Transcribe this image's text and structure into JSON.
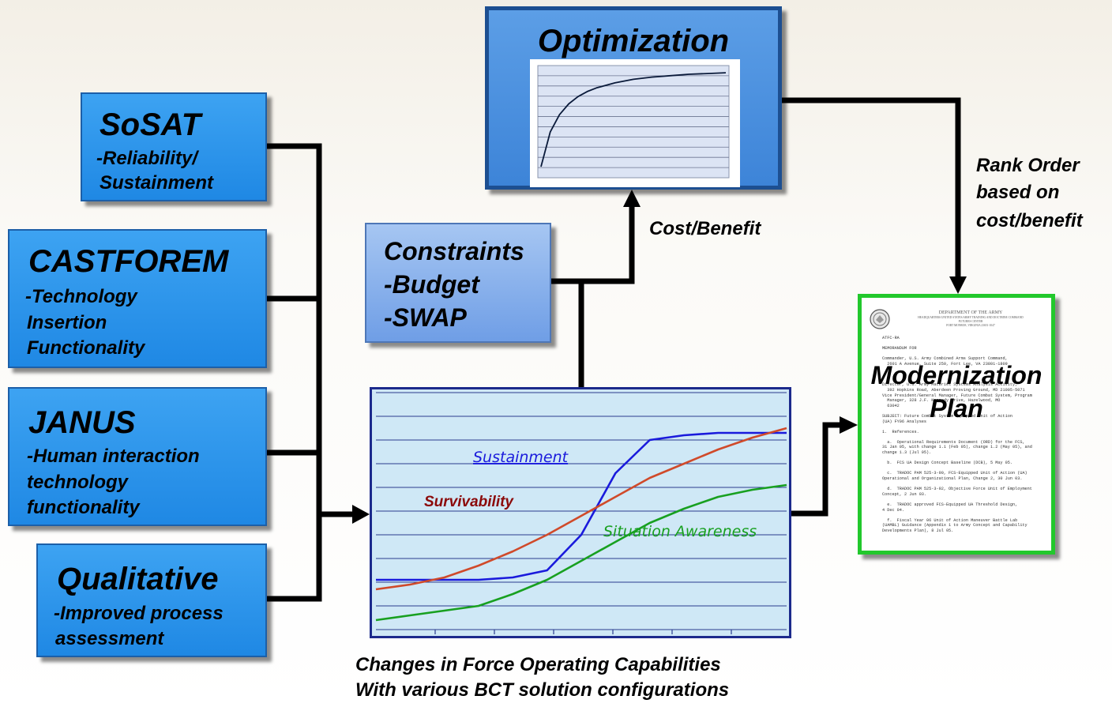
{
  "boxes": {
    "sosat": {
      "title": "SoSAT",
      "lines": [
        "-Reliability/",
        "Sustainment"
      ]
    },
    "castforem": {
      "title": "CASTFOREM",
      "lines": [
        "-Technology",
        "Insertion",
        "Functionality"
      ]
    },
    "janus": {
      "title": "JANUS",
      "lines": [
        "-Human interaction",
        "technology",
        "functionality"
      ]
    },
    "qualitative": {
      "title": "Qualitative",
      "lines": [
        "-Improved process",
        "assessment"
      ]
    }
  },
  "constraints": {
    "lines": [
      "Constraints",
      "-Budget",
      "-SWAP"
    ]
  },
  "optimization": {
    "title": "Optimization"
  },
  "labels": {
    "cost_benefit": "Cost/Benefit",
    "rank_order": [
      "Rank Order",
      "based on",
      "cost/benefit"
    ],
    "caption": [
      "Changes in Force Operating Capabilities",
      "With various BCT solution configurations"
    ]
  },
  "modernization": {
    "title": [
      "Modernization",
      "Plan"
    ],
    "doc_header": [
      "DEPARTMENT OF THE ARMY",
      "HEADQUARTERS UNITED STATES ARMY TRAINING AND DOCTRINE COMMAND",
      "FUTURES CENTER",
      "FORT MONROE, VIRGINIA 23651-1047"
    ],
    "doc_body": "ATFC-RA\n\nMEMORANDUM FOR\n\nCommander, U.S. Army Combined Arms Support Command,\n  2601 A Avenue, Suite 250, Fort Lee, VA 23801-1809\n\n\n\nDirector, U.S. Army Materiel Systems Analysis Activity,\n  392 Hopkins Road, Aberdeen Proving Ground, MD 21005-5071\nVice President/General Manager, Future Combat System, Program\n  Manager, 328 J.F. Kennedy Drive, Hazelwood, MO\n  63042\n\nSUBJECT: Future Combat System Equipped Unit of Action\n(UA) FY06 Analyses\n\n1.  References.\n\n  a.  Operational Requirements Document (ORD) for the FCS,\n31 Jan 05, with change 1.1 (Feb 05), change 1.2 (May 05), and\nchange 1.3 (Jul 05).\n\n  b.  FCS UA Design Concept Baseline (DCB), 5 May 05.\n\n  c.  TRADOC PAM 525-3-90, FCS-Equipped Unit of Action (UA)\nOperational and Organizational Plan, Change 2, 30 Jun 03.\n\n  d.  TRADOC PAM 525-3-92, Objective Force Unit of Employment\nConcept, 2 Jun 03.\n\n  e.  TRADOC approved FCS-Equipped UA Threshold Design,\n4 Dec 04.\n\n  f.  Fiscal Year 06 Unit of Action Maneuver Battle Lab\n(UAMBL) Guidance (Appendix 1 to Army Concept and Capability\nDevelopments Plan), 8 Jul 05."
  },
  "chart_data": [
    {
      "type": "line",
      "title": "",
      "xlabel": "",
      "ylabel": "",
      "x": [
        0,
        1,
        2,
        3,
        4,
        5,
        6,
        7,
        8,
        9,
        10,
        11,
        12
      ],
      "xlim": [
        0,
        12
      ],
      "ylim": [
        0,
        10
      ],
      "grid": true,
      "series": [
        {
          "name": "Sustainment",
          "color": "#1a1adc",
          "values": [
            2.1,
            2.1,
            2.1,
            2.1,
            2.2,
            2.5,
            4.0,
            6.6,
            8.0,
            8.2,
            8.3,
            8.3,
            8.3
          ]
        },
        {
          "name": "Survivability",
          "color": "#d04a2a",
          "values": [
            1.7,
            1.9,
            2.2,
            2.7,
            3.3,
            4.0,
            4.8,
            5.6,
            6.4,
            7.0,
            7.6,
            8.1,
            8.5
          ]
        },
        {
          "name": "Situation Awareness",
          "color": "#18a020",
          "values": [
            0.4,
            0.6,
            0.8,
            1.0,
            1.5,
            2.1,
            2.9,
            3.7,
            4.5,
            5.1,
            5.6,
            5.9,
            6.1
          ]
        }
      ]
    },
    {
      "type": "line",
      "title": "",
      "xlabel": "",
      "ylabel": "",
      "grid": true,
      "series": [
        {
          "color": "#0a1a3a",
          "x": [
            0,
            0.5,
            1,
            1.5,
            2,
            2.5,
            3,
            4,
            5,
            6,
            7,
            8,
            9,
            10
          ],
          "values": [
            0,
            2.4,
            3.6,
            4.35,
            4.85,
            5.2,
            5.45,
            5.8,
            6.05,
            6.2,
            6.3,
            6.4,
            6.45,
            6.5
          ]
        }
      ]
    }
  ]
}
